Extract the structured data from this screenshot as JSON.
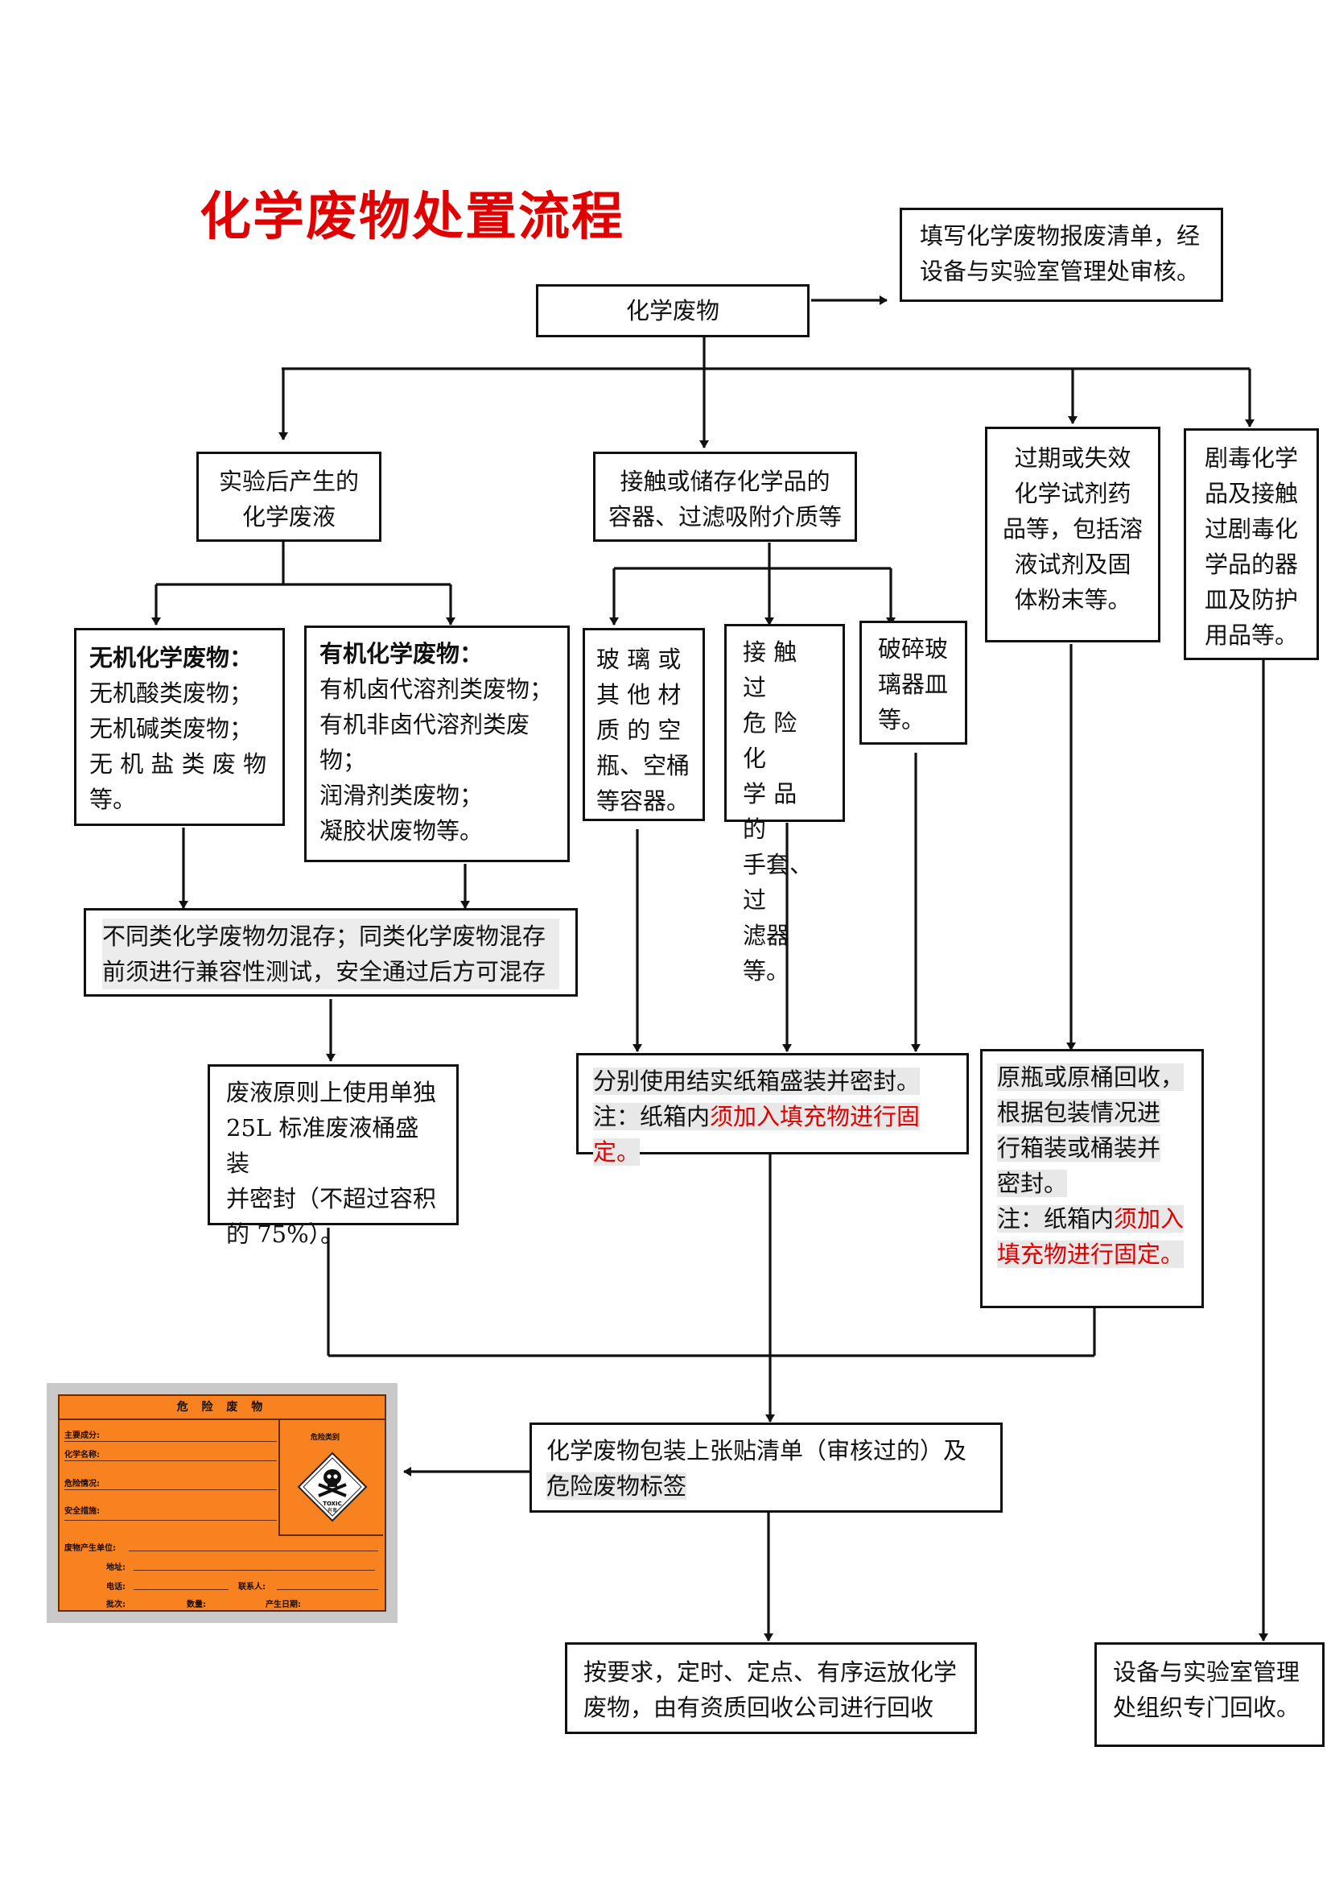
{
  "title": "化学废物处置流程",
  "nodes": {
    "waste": "化学废物",
    "report": [
      "填写化学废物报废清单，经",
      "设备与实验室管理处审核。"
    ],
    "liquid": [
      "实验后产生的",
      "化学废液"
    ],
    "containers": [
      "接触或储存化学品的",
      "容器、过滤吸附介质等"
    ],
    "expired": [
      "过期或失效",
      "化学试剂药",
      "品等，包括溶",
      "液试剂及固",
      "体粉末等。"
    ],
    "toxic": [
      "剧毒化学",
      "品及接触",
      "过剧毒化",
      "学品的器",
      "皿及防护",
      "用品等。"
    ],
    "inorganic": {
      "heading": "无机化学废物：",
      "lines": [
        "无机酸类废物；",
        "无机碱类废物；",
        "无 机 盐 类 废 物",
        "等。"
      ]
    },
    "organic": {
      "heading": "有机化学废物：",
      "lines": [
        "有机卤代溶剂类废物；",
        "有机非卤代溶剂类废",
        "物；",
        "润滑剂类废物；",
        "凝胶状废物等。"
      ]
    },
    "glass": [
      "玻 璃 或",
      "其 他 材",
      "质 的 空",
      "瓶、空桶",
      "等容器。"
    ],
    "gloves": [
      "接 触 过",
      "危 险 化",
      "学 品 的",
      "手套、过",
      "滤器等。"
    ],
    "broken": [
      "破碎玻",
      "璃器皿",
      "等。"
    ],
    "mixing": [
      "不同类化学废物勿混存；同类化学废物混存",
      "前须进行兼容性测试，安全通过后方可混存"
    ],
    "bucket": [
      "废液原则上使用单独",
      "25L 标准废液桶盛装",
      "并密封（不超过容积",
      "的 75%）。"
    ],
    "carton": {
      "line1": "分别使用结实纸箱盛装并密封。",
      "note_prefix": "注：纸箱内",
      "note_red": "须加入填充物进行固定。"
    },
    "original": {
      "lines": [
        "原瓶或原桶回收，",
        "根据包装情况进",
        "行箱装或桶装并",
        "密封。"
      ],
      "note_prefix": "注：纸箱内",
      "note_red_1": "须加入",
      "note_red_2": "填充物进行固定。"
    },
    "label_step": [
      "化学废物包装上张贴清单（审核过的）及",
      "危险废物标签"
    ],
    "transport": [
      "按要求，定时、定点、有序运放化学",
      "废物，由有资质回收公司进行回收"
    ],
    "recycle": [
      "设备与实验室管理",
      "处组织专门回收。"
    ]
  },
  "hazard_label": {
    "title": "危 险 废 物",
    "category": "危险类别",
    "fields": [
      "主要成分:",
      "化学名称:",
      "危险情况:",
      "安全措施:",
      "废物产生单位:",
      "地址:",
      "电话:",
      "联系人:",
      "批次:",
      "数量:",
      "产生日期:"
    ],
    "symbol_text": "TOXIC",
    "symbol_sub": "有毒"
  },
  "colors": {
    "title": "#e00000",
    "note": "#e00000",
    "label_bg": "#f7821f",
    "highlight": "#e8e8e8"
  }
}
